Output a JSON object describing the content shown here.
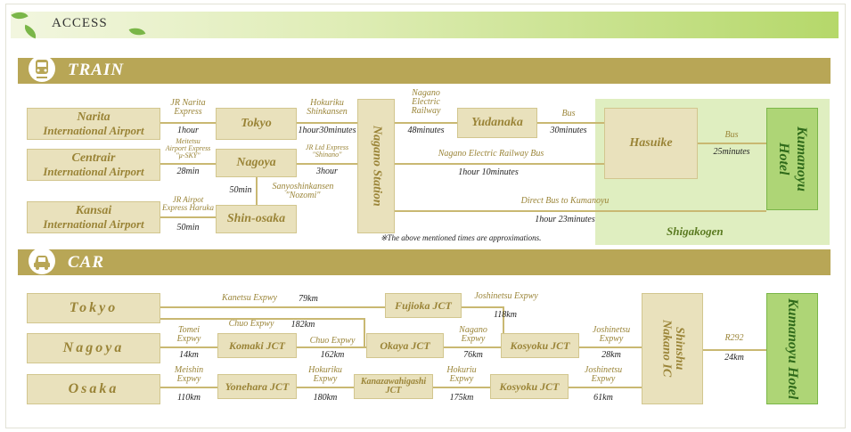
{
  "header": {
    "title": "ACCESS"
  },
  "train": {
    "title": "TRAIN",
    "origins": [
      {
        "l1": "Narita",
        "l2": "International Airport"
      },
      {
        "l1": "Centrair",
        "l2": "International Airport"
      },
      {
        "l1": "Kansai",
        "l2": "International Airport"
      }
    ],
    "hubs": {
      "tokyo": "Tokyo",
      "nagoya": "Nagoya",
      "shinosaka": "Shin-osaka"
    },
    "nagano_station": "Nagano Station",
    "yudanaka": "Yudanaka",
    "hasuike": "Hasuike",
    "hotel": "Kumanoyu Hotel",
    "area": "Shigakogen",
    "labels": {
      "narita_express": "JR Narita\nExpress",
      "narita_time": "1hour",
      "meitetsu": "Meitetsu\nAirport Express\n\"μ-SKY\"",
      "meitetsu_time": "28min",
      "haruka": "JR Airpot\nExpress Haruka",
      "haruka_time": "50min",
      "hokuriku": "Hokuriku\nShinkansen",
      "hokuriku_time": "1hour30minutes",
      "shinano": "JR Ltd Express\n\"Shinano\"",
      "shinano_time": "3hour",
      "sanyo": "Sanyoshinkansen\n\"Nozomi\"",
      "sanyo_time": "50min",
      "nagano_electric": "Nagano\nElectric\nRailway",
      "nagano_electric_time": "48minutes",
      "bus1": "Bus",
      "bus1_time": "30minutes",
      "bus2": "Bus",
      "bus2_time": "25minutes",
      "electric_bus": "Nagano Electric Railway Bus",
      "electric_bus_time": "1hour 10minutes",
      "direct_bus": "Direct Bus to Kumanoyu",
      "direct_bus_time": "1hour 23minutes"
    },
    "note": "※The above mentioned times are approximations."
  },
  "car": {
    "title": "CAR",
    "origins": [
      "Tokyo",
      "Nagoya",
      "Osaka"
    ],
    "jcts": {
      "fujioka": "Fujioka JCT",
      "komaki": "Komaki JCT",
      "okaya": "Okaya JCT",
      "kosyoku1": "Kosyoku JCT",
      "yonehara": "Yonehara JCT",
      "kanazawa": "Kanazawahigashi\nJCT",
      "kosyoku2": "Kosyoku JCT"
    },
    "ic": "Shinshu\nNakano IC",
    "hotel": "Kumanoyu Hotel",
    "labels": {
      "kanetsu": "Kanetsu Expwy",
      "kanetsu_km": "79km",
      "joshinetsu1": "Joshinetsu Expwy",
      "joshinetsu1_km": "118km",
      "tomei": "Tomei\nExpwy",
      "tomei_km": "14km",
      "chuo1": "Chuo Expwy",
      "chuo1_km": "182km",
      "chuo2": "Chuo Expwy",
      "chuo2_km": "162km",
      "nagano_expwy": "Nagano\nExpwy",
      "nagano_expwy_km": "76km",
      "joshinetsu2": "Joshinetsu\nExpwy",
      "joshinetsu2_km": "28km",
      "r292": "R292",
      "r292_km": "24km",
      "meishin": "Meishin\nExpwy",
      "meishin_km": "110km",
      "hokuriku1": "Hokuriku\nExpwy",
      "hokuriku1_km": "180km",
      "hokuriku2": "Hokuriu\nExpwy",
      "hokuriku2_km": "175km",
      "joshinetsu3": "Joshinetsu\nExpwy",
      "joshinetsu3_km": "61km"
    }
  },
  "colors": {
    "box": "#e9e1bc",
    "box_text": "#9a8437",
    "line": "#c9b872",
    "hotel": "#aed576",
    "section_bar": "#b8a656",
    "area": "#dfeec0"
  }
}
